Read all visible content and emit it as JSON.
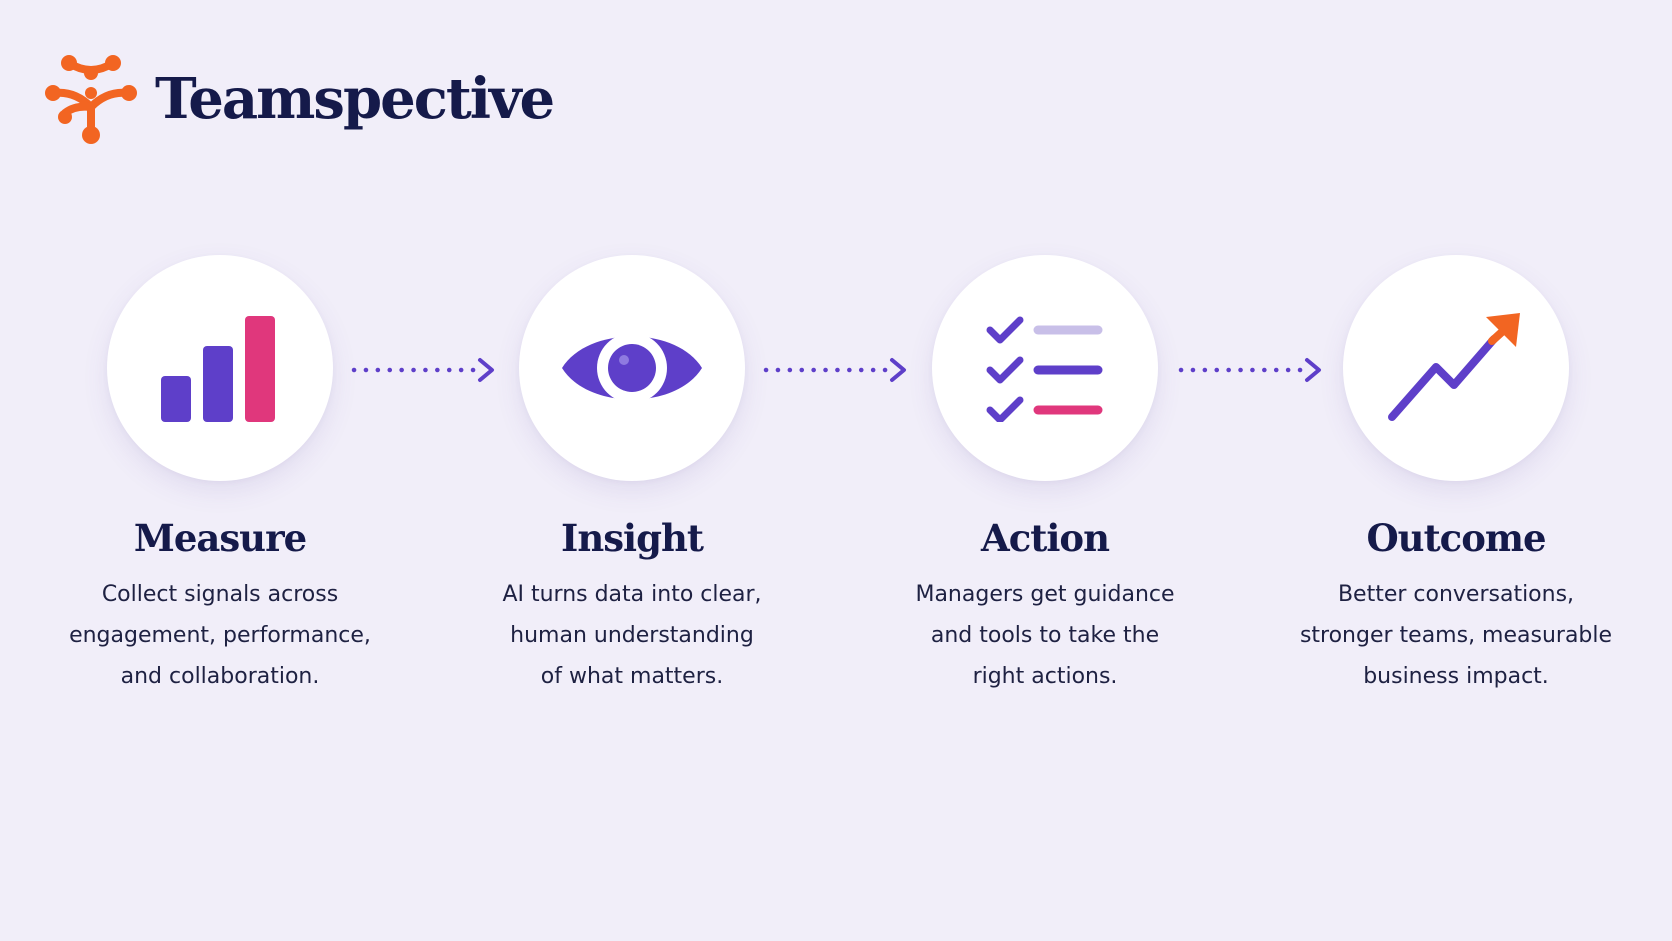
{
  "brand": {
    "name": "Teamspective",
    "logo_icon": "teamspective-logo-icon",
    "accent_color": "#f26522"
  },
  "colors": {
    "background": "#f1eef9",
    "purple": "#5e3fc9",
    "pink": "#e0377c",
    "lavender": "#c8bfe8",
    "orange": "#f26522",
    "navy": "#151a4a"
  },
  "steps": [
    {
      "icon": "bar-chart-icon",
      "title": "Measure",
      "description_lines": [
        "Collect signals across",
        "engagement, performance,",
        "and collaboration."
      ]
    },
    {
      "icon": "eye-icon",
      "title": "Insight",
      "description_lines": [
        "AI turns data into clear,",
        "human understanding",
        "of what matters."
      ]
    },
    {
      "icon": "checklist-icon",
      "title": "Action",
      "description_lines": [
        "Managers get guidance",
        "and tools to take the",
        "right actions."
      ]
    },
    {
      "icon": "trending-up-arrow-icon",
      "title": "Outcome",
      "description_lines": [
        "Better conversations,",
        "stronger teams, measurable",
        "business impact."
      ]
    }
  ],
  "connectors": [
    {
      "icon": "dotted-arrow-right-icon"
    },
    {
      "icon": "dotted-arrow-right-icon"
    },
    {
      "icon": "dotted-arrow-right-icon"
    }
  ]
}
